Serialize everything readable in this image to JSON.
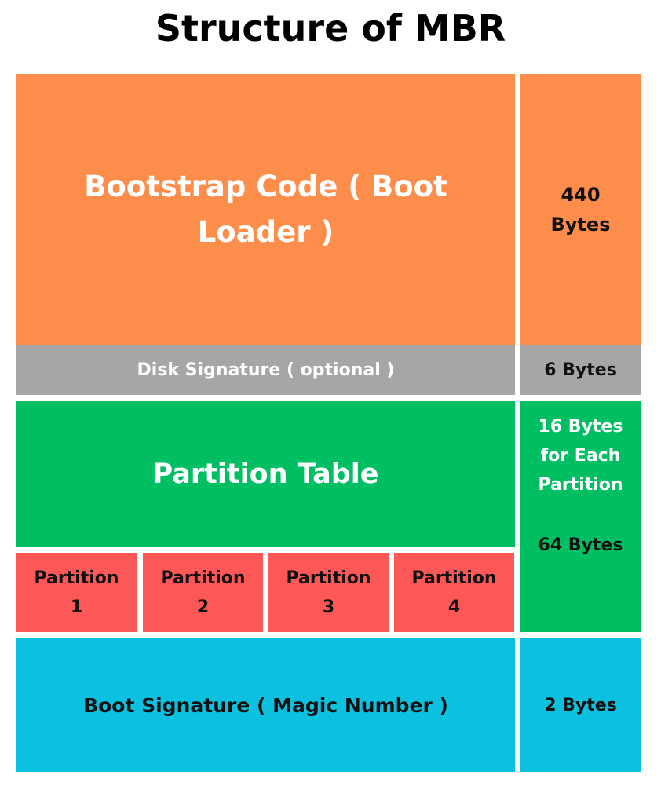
{
  "title": "Structure of MBR",
  "colors": {
    "bootstrap": "#fd8d4b",
    "disk_signature": "#a6a6a6",
    "partition_table": "#00bf62",
    "partition": "#fe5757",
    "boot_signature": "#0cc0df"
  },
  "sections": {
    "bootstrap": {
      "label": "Bootstrap Code ( Boot Loader )",
      "size": "440 Bytes"
    },
    "disk_signature": {
      "label": "Disk Signature ( optional )",
      "size": "6 Bytes"
    },
    "partition_table": {
      "label": "Partition Table",
      "size_each": "16 Bytes for Each Partition",
      "size_total": "64 Bytes",
      "partitions": [
        {
          "word": "Partition",
          "number": "1"
        },
        {
          "word": "Partition",
          "number": "2"
        },
        {
          "word": "Partition",
          "number": "3"
        },
        {
          "word": "Partition",
          "number": "4"
        }
      ]
    },
    "boot_signature": {
      "label": "Boot Signature ( Magic Number )",
      "size": "2 Bytes"
    }
  }
}
